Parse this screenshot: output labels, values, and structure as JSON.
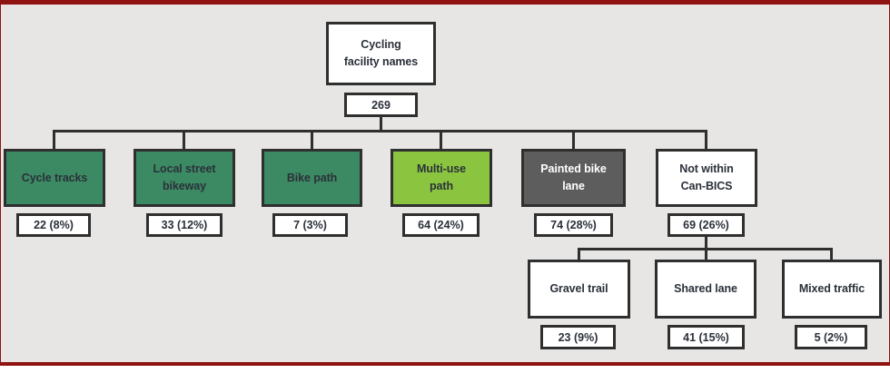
{
  "palette": {
    "frame_red": "#8e1311",
    "canvas_background": "#e7e6e5",
    "dark_green": "#3c8a63",
    "light_green": "#8bc540",
    "dark_gray": "#5d5d5d",
    "box_border": "#2f2f2f",
    "text_dark": "#2b303a",
    "text_light": "#ffffff"
  },
  "diagram": {
    "root": {
      "label": "Cycling\nfacility names",
      "count": "269"
    },
    "level1": [
      {
        "label": "Cycle tracks",
        "count": "22 (8%)",
        "fill": "dark-green"
      },
      {
        "label": "Local street\nbikeway",
        "count": "33 (12%)",
        "fill": "dark-green"
      },
      {
        "label": "Bike path",
        "count": "7 (3%)",
        "fill": "dark-green"
      },
      {
        "label": "Multi-use\npath",
        "count": "64 (24%)",
        "fill": "light-green"
      },
      {
        "label": "Painted bike\nlane",
        "count": "74 (28%)",
        "fill": "dark-gray"
      },
      {
        "label": "Not within\nCan-BICS",
        "count": "69 (26%)",
        "fill": "white"
      }
    ],
    "level2": [
      {
        "label": "Gravel trail",
        "count": "23 (9%)"
      },
      {
        "label": "Shared lane",
        "count": "41 (15%)"
      },
      {
        "label": "Mixed traffic",
        "count": "5 (2%)"
      }
    ]
  }
}
